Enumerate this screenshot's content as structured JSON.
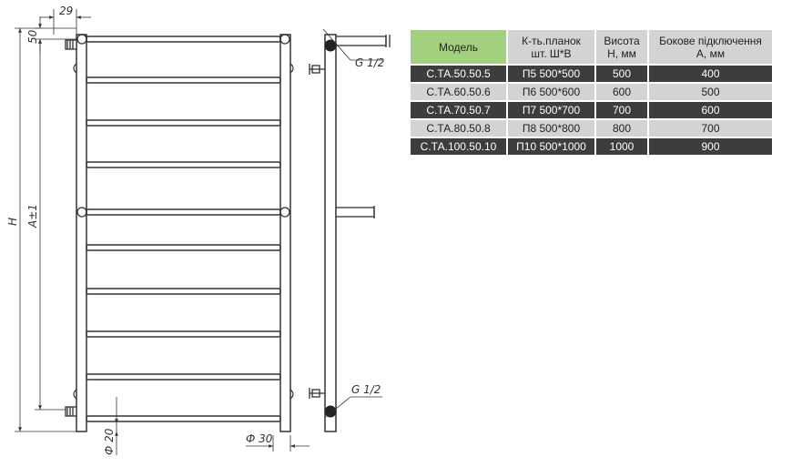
{
  "drawing": {
    "dim_top_width": "29",
    "dim_top_offset": "50",
    "dim_height": "H",
    "dim_axis": "A±1",
    "dim_tube_diameter": "Ф 20",
    "dim_pipe_diameter": "Ф 30",
    "thread_top": "G 1/2",
    "thread_bottom": "G 1/2",
    "line_color": "#333333"
  },
  "table": {
    "headers": {
      "model": "Модель",
      "bars_line1": "К-ть.планок",
      "bars_line2": "шт. Ш*В",
      "height_line1": "Висота",
      "height_line2": "H, мм",
      "side_line1": "Бокове підключення",
      "side_line2": "А, мм"
    },
    "rows": [
      {
        "model": "С.ТА.50.50.5",
        "bars": "П5 500*500",
        "height": "500",
        "side": "400"
      },
      {
        "model": "С.ТА.60.50.6",
        "bars": "П6 500*600",
        "height": "600",
        "side": "500"
      },
      {
        "model": "С.ТА.70.50.7",
        "bars": "П7 500*700",
        "height": "700",
        "side": "600"
      },
      {
        "model": "С.ТА.80.50.8",
        "bars": "П8 500*800",
        "height": "800",
        "side": "700"
      },
      {
        "model": "С.ТА.100.50.10",
        "bars": "П10 500*1000",
        "height": "1000",
        "side": "900"
      }
    ],
    "colors": {
      "header_highlight": "#a3d07e",
      "header": "#d3d3d3",
      "row_dark": "#3d3d3d",
      "row_light": "#d3d3d3"
    }
  }
}
